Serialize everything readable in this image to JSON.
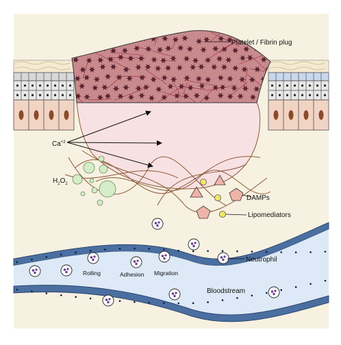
{
  "labels": {
    "plug": "Platelet / Fibrin plug",
    "calcium": "Ca",
    "calcium_sup": "+2",
    "h2o2_main": "H",
    "h2o2_sub1": "2",
    "h2o2_mid": "O",
    "h2o2_sub2": "2",
    "damps": "DAMPs",
    "lipomediators": "Lipomediators",
    "neutrophil": "Neutrophil",
    "rolling": "Rolling",
    "adhesion": "Adhesion",
    "migration": "Migration",
    "bloodstream": "Bloodstream"
  },
  "colors": {
    "tissue": "#f7f1e1",
    "plug_fill": "#c98a8e",
    "plug_dots": "#5a2430",
    "wound_fill": "#f8e1e2",
    "fibrin": "#8a5a3a",
    "vessel_wall": "#4a6fa0",
    "bloodstream": "#dde9f6",
    "h2o2_bubble": "#d4ecc8",
    "damp_fill": "#f0b3a8",
    "lipomediator": "#f2e766",
    "neutrophil_nucleus": "#6a3d8a",
    "epidermis_brown": "#f2d4c4",
    "epidermis_blue": "#c9d7ec"
  },
  "icons": [
    "platelet-icon",
    "neutrophil-icon",
    "damp-triangle-icon",
    "damp-pentagon-icon",
    "lipomediator-dot-icon",
    "h2o2-bubble-icon",
    "arrow-icon"
  ]
}
